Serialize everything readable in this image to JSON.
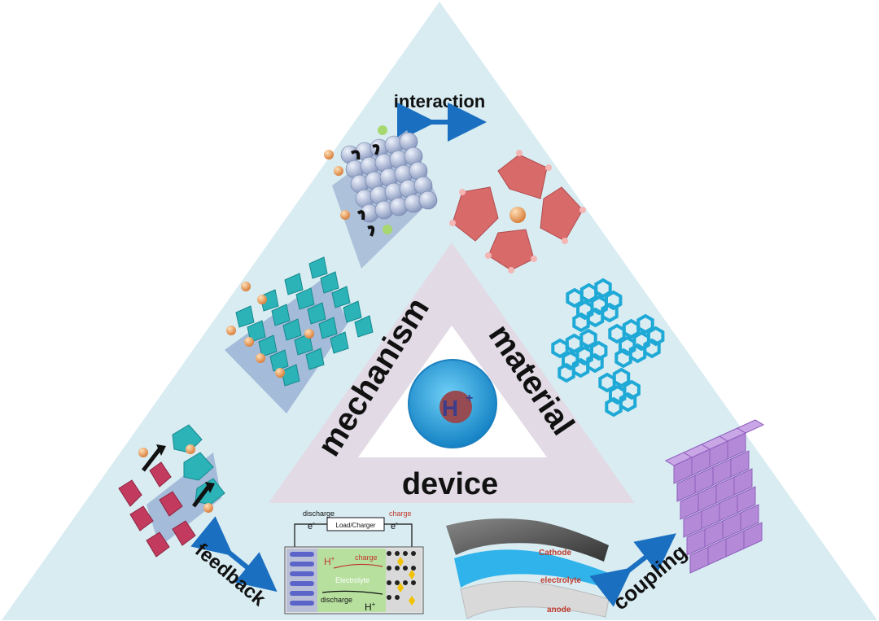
{
  "diagram": {
    "top_label": "interaction",
    "left_label": "feedback",
    "right_label": "coupling",
    "inner_labels": {
      "left": "mechanism",
      "right": "material",
      "bottom": "device"
    },
    "center_ion": {
      "symbol": "H",
      "charge": "+"
    },
    "battery_schematic": {
      "discharge_top": "discharge",
      "charge_top": "charge",
      "load_box": "Load/Charger",
      "electron_left": "e",
      "electron_right": "e",
      "electron_sup": "-",
      "proton_top": "H",
      "proton_sup": "+",
      "charge_arrow": "charge",
      "electrolyte": "Electrolyte",
      "discharge_arrow": "discharge",
      "proton_bottom": "H"
    },
    "layers": {
      "cathode": "Cathode",
      "electrolyte": "electrolyte",
      "anode": "anode"
    }
  },
  "colors": {
    "outer_triangle": "#d8ecf2",
    "inner_triangle": "#e2dbe6",
    "arrow_blue": "#1b6fc0",
    "ion_blue": "#29a3e0",
    "ion_core": "#c0392b",
    "octahedron_red": "#d96a6a",
    "octahedron_teal": "#2bb3b8",
    "cube_purple": "#b48ad8",
    "hex_cyan": "#1fa9d6",
    "layer_label_red": "#c0392b"
  }
}
